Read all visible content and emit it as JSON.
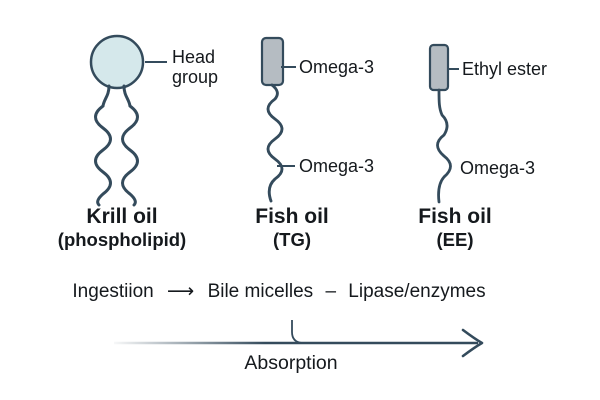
{
  "figure": {
    "molecules": [
      {
        "name": "Krill oil",
        "form": "(phospholipid)",
        "head_label": "Head group",
        "head_fill": "#d5e8eb"
      },
      {
        "name": "Fish oil",
        "form": "(TG)",
        "top_label": "Omega-3",
        "bottom_label": "Omega-3",
        "head_fill": "#b5bcc2"
      },
      {
        "name": "Fish oil",
        "form": "(EE)",
        "top_label": "Ethyl ester",
        "bottom_label": "Omega-3",
        "head_fill": "#b5bcc2"
      }
    ],
    "process": {
      "step1": "Ingestiion",
      "arrow_glyph": "⟶",
      "step2": "Bile micelles",
      "dash_glyph": "–",
      "step3": "Lipase/enzymes"
    },
    "absorption_label": "Absorption",
    "colors": {
      "outline": "#344b5c",
      "text": "#15191d",
      "background": "#ffffff"
    }
  }
}
